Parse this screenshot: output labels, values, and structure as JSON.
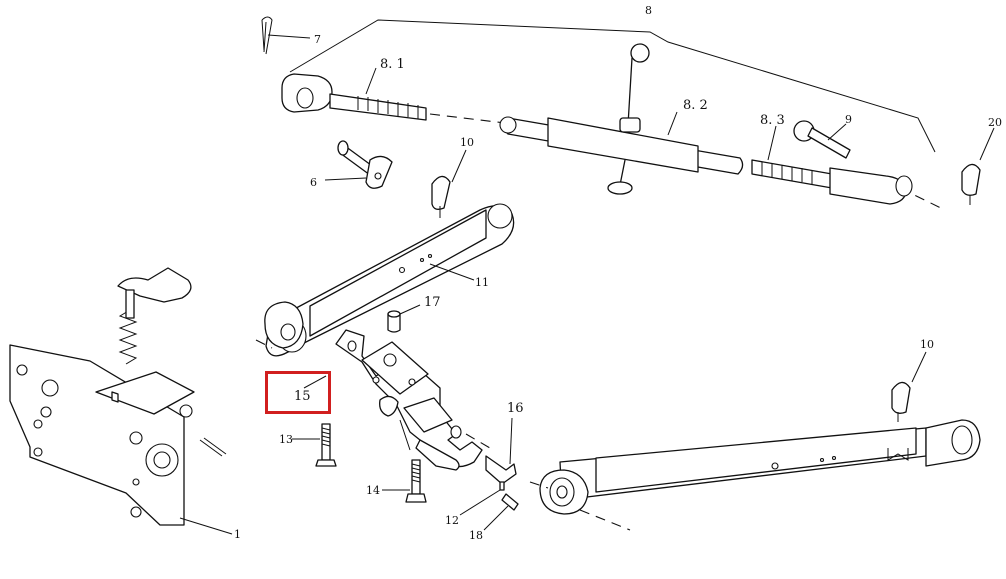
{
  "highlight_color": "#d11f1f",
  "callouts": {
    "p1": "1",
    "p6": "6",
    "p7": "7",
    "p8": "8",
    "p8_1": "8. 1",
    "p8_2": "8. 2",
    "p8_3": "8. 3",
    "p9": "9",
    "p10a": "10",
    "p10b": "10",
    "p11": "11",
    "p12": "12",
    "p13": "13",
    "p14": "14",
    "p15": "15",
    "p16": "16",
    "p17": "17",
    "p18": "18",
    "p20": "20"
  },
  "highlighted_callout": "15"
}
